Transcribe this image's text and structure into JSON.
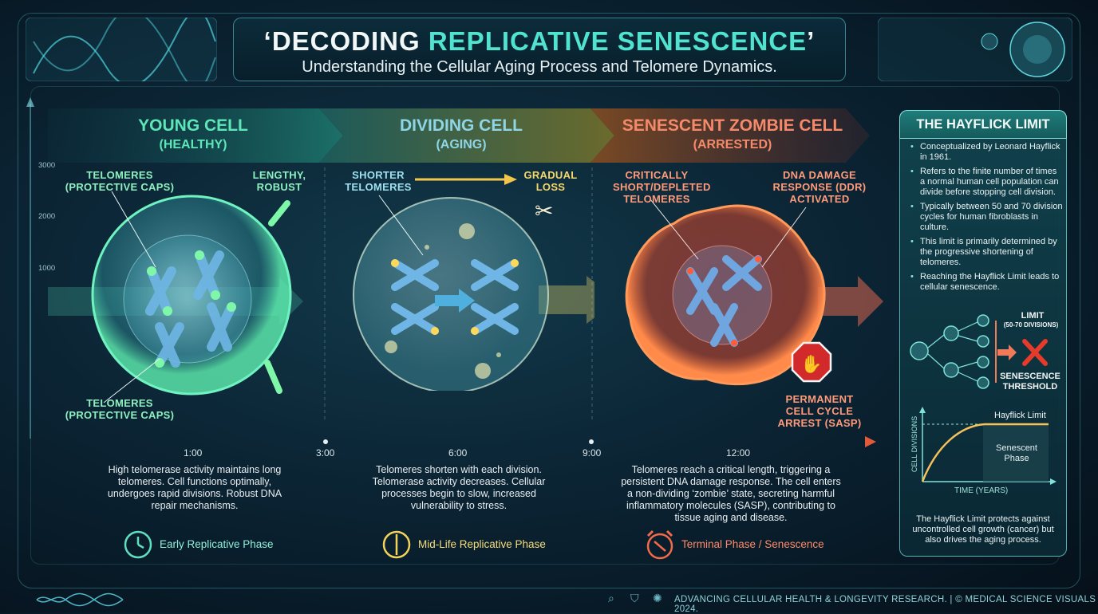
{
  "header": {
    "title_part1": "‘DECODING ",
    "title_highlight": "REPLICATIVE SENESCENCE",
    "title_part2": "’",
    "subtitle": "Understanding the Cellular Aging Process and Telomere Dynamics."
  },
  "y_axis_ticks": [
    "3000",
    "2000",
    "1000"
  ],
  "stages": [
    {
      "title": "YOUNG CELL",
      "subtitle": "(HEALTHY)",
      "labels": [
        "TELOMERES\n(PROTECTIVE CAPS)",
        "LENGTHY,\nROBUST",
        "TELOMERES\n(PROTECTIVE CAPS)"
      ],
      "description": "High telomerase activity maintains long telomeres. Cell functions optimally, undergoes rapid divisions. Robust DNA repair mechanisms.",
      "phase": "Early Replicative Phase"
    },
    {
      "title": "DIVIDING CELL",
      "subtitle": "(AGING)",
      "labels": [
        "SHORTER\nTELOMERES",
        "GRADUAL\nLOSS"
      ],
      "description": "Telomeres shorten with each division. Telomerase activity decreases. Cellular processes begin to slow, increased vulnerability to stress.",
      "phase": "Mid-Life Replicative Phase"
    },
    {
      "title": "SENESCENT ZOMBIE CELL",
      "subtitle": "(ARRESTED)",
      "labels": [
        "CRITICALLY\nSHORT/DEPLETED\nTELOMERES",
        "DNA DAMAGE\nRESPONSE (DDR)\nACTIVATED",
        "PERMANENT\nCELL CYCLE\nARREST (SASP)"
      ],
      "description": "Telomeres reach a critical length, triggering a persistent DNA damage response. The cell enters a non-dividing ‘zombie’ state, secreting harmful inflammatory molecules (SASP), contributing to tissue aging and disease.",
      "phase": "Terminal Phase / Senescence"
    }
  ],
  "timeline": [
    "1:00",
    "3:00",
    "6:00",
    "9:00",
    "12:00"
  ],
  "hayflick": {
    "title": "THE HAYFLICK LIMIT",
    "bullets": [
      "Conceptualized by Leonard Hayflick in 1961.",
      "Refers to the finite number of times a normal human cell population can divide before stopping cell division.",
      "Typically between 50 and 70 division cycles for human fibroblasts in culture.",
      "This limit is primarily determined by the progressive shortening of telomeres.",
      "Reaching the Hayflick Limit leads to cellular senescence."
    ],
    "limit_label": "LIMIT",
    "limit_sub": "(50-70 DIVISIONS)",
    "threshold_label": "SENESCENCE\nTHRESHOLD",
    "graph_limit_label": "Hayflick Limit",
    "graph_phase_label": "Senescent\nPhase",
    "graph_ylabel": "CELL DIVISIONS",
    "graph_xlabel": "TIME (YEARS)",
    "closing": "The Hayflick Limit protects against uncontrolled cell growth (cancer) but also drives the aging process."
  },
  "footer": "ADVANCING CELLULAR HEALTH & LONGEVITY RESEARCH. | © MEDICAL SCIENCE VISUALS 2024.",
  "colors": {
    "young": "#4fe3b0",
    "aging": "#f3d25a",
    "senescent": "#f26a4a",
    "accent": "#4fe3d0"
  }
}
